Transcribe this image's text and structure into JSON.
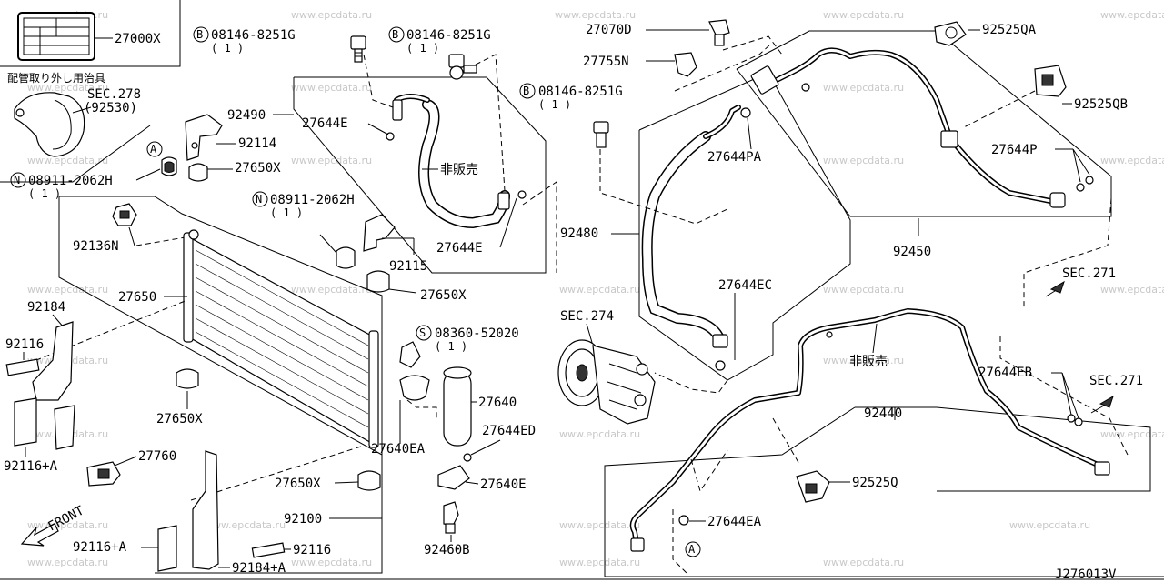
{
  "watermark": "www.epcdata.ru",
  "diagram_code": "J276013V",
  "tool_note": "配管取り外し用治具",
  "not_for_sale": "非販売",
  "front_label": "FRONT",
  "callouts": {
    "p27000x": "27000X",
    "sec278": "SEC.278",
    "sec278_sub": "(92530)",
    "bolt_a": "08146-8251G",
    "bolt_a_qty": "( 1 )",
    "bolt_b": "08146-8251G",
    "bolt_b_qty": "( 1 )",
    "bolt_c": "08146-8251G",
    "bolt_c_qty": "( 1 )",
    "nut_a": "08911-2062H",
    "nut_a_qty": "( 1 )",
    "nut_b": "08911-2062H",
    "nut_b_qty": "( 1 )",
    "screw_s": "08360-52020",
    "screw_s_qty": "( 1 )",
    "p92490": "92490",
    "p27644e_1": "27644E",
    "p27644e_2": "27644E",
    "p92114": "92114",
    "p27650x_1": "27650X",
    "p27650x_2": "27650X",
    "p27650x_3": "27650X",
    "p27650x_4": "27650X",
    "p92136n": "92136N",
    "p92115": "92115",
    "p92184": "92184",
    "p27650": "27650",
    "p92116": "92116",
    "p92116a_1": "92116+A",
    "p92116a_2": "92116+A",
    "p92116_2": "92116",
    "p92184a": "92184+A",
    "p27760": "27760",
    "p92100": "92100",
    "p27640": "27640",
    "p27644ed": "27644ED",
    "p27640ea": "27640EA",
    "p27640e": "27640E",
    "p92460b": "92460B",
    "p27070d": "27070D",
    "p27755n": "27755N",
    "p92525qa": "92525QA",
    "p92525qb": "92525QB",
    "p27644pa": "27644PA",
    "p27644p": "27644P",
    "p92480": "92480",
    "p92450": "92450",
    "p27644ec": "27644EC",
    "sec271_1": "SEC.271",
    "sec271_2": "SEC.271",
    "sec274": "SEC.274",
    "p27644eb": "27644EB",
    "p92440": "92440",
    "p92525q": "92525Q",
    "p27644ea": "27644EA"
  },
  "markers": {
    "b": "B",
    "n": "N",
    "s": "S",
    "a": "A"
  }
}
